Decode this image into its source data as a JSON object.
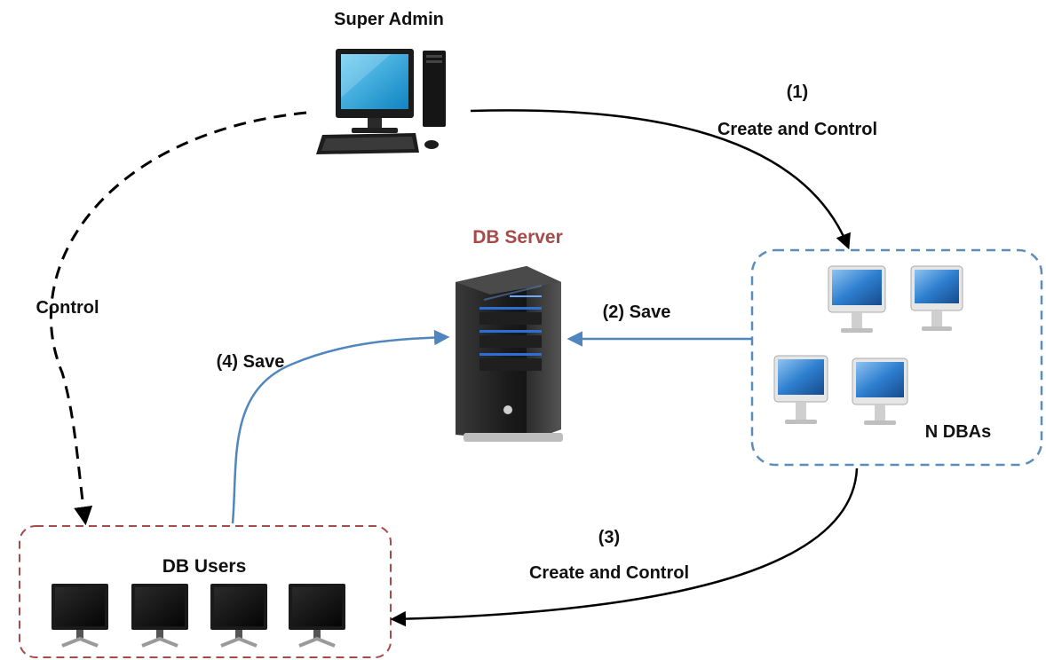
{
  "nodes": {
    "super_admin": {
      "label": "Super Admin"
    },
    "db_server": {
      "label": "DB Server",
      "label_color": "#a64a4a"
    },
    "dbas": {
      "label": "N DBAs",
      "box_color": "#5b8db8",
      "monitor_count": 4
    },
    "db_users": {
      "label": "DB Users",
      "box_color": "#a64a4a",
      "monitor_count": 4
    }
  },
  "edges": {
    "admin_to_dbas": {
      "step": "(1)",
      "label": "Create and Control",
      "style": "solid",
      "color": "#000000"
    },
    "dbas_to_server": {
      "label": "(2) Save",
      "style": "solid",
      "color": "#4f86bd"
    },
    "dbas_to_users": {
      "step": "(3)",
      "label": "Create and Control",
      "style": "solid",
      "color": "#000000"
    },
    "users_to_server": {
      "label": "(4) Save",
      "style": "solid",
      "color": "#4f86bd"
    },
    "admin_to_users": {
      "label": "Control",
      "style": "dashed",
      "color": "#000000"
    }
  },
  "icons": {
    "super_admin": "desktop-computer-icon",
    "db_server": "server-tower-icon",
    "dbas": "imac-monitor-icon",
    "db_users": "flat-monitor-icon"
  }
}
